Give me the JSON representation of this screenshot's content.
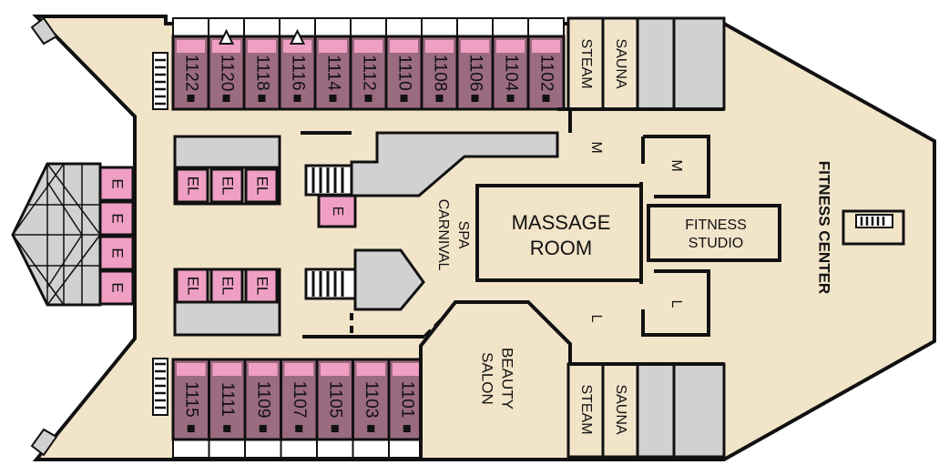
{
  "colors": {
    "deck": "#f2e4c9",
    "outline": "#111111",
    "cabin": "#9b6b80",
    "elevator": "#ef9fc3",
    "service": "#d1d1d1",
    "white": "#ffffff"
  },
  "cabins_top": [
    "1122",
    "1120",
    "1118",
    "1116",
    "1114",
    "1112",
    "1110",
    "1108",
    "1106",
    "1104",
    "1102"
  ],
  "cabins_bottom": [
    "1115",
    "1111",
    "1109",
    "1107",
    "1105",
    "1103",
    "1101"
  ],
  "labels": {
    "steam": "STEAM",
    "sauna": "SAUNA",
    "spa_carnival_1": "SPA",
    "spa_carnival_2": "CARNIVAL",
    "massage_1": "MASSAGE",
    "massage_2": "ROOM",
    "fitness_studio_1": "FITNESS",
    "fitness_studio_2": "STUDIO",
    "fitness_center": "FITNESS CENTER",
    "beauty_salon_1": "BEAUTY",
    "beauty_salon_2": "SALON",
    "mens": "M",
    "ladies": "L",
    "elevator": "EL",
    "elevator_small": "E"
  },
  "icons": [
    "stairs-icon",
    "accessible-cabin-icon",
    "cabin-bed-icon"
  ]
}
